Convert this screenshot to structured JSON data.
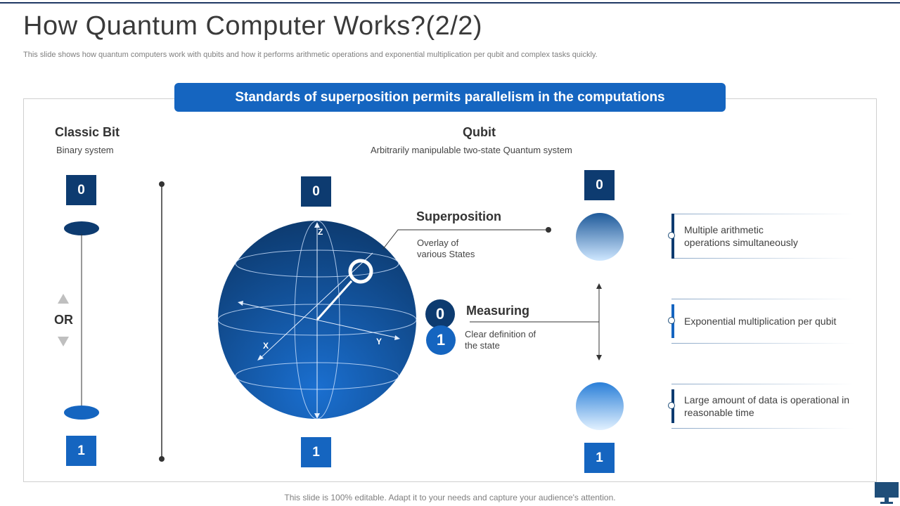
{
  "header": {
    "title": "How Quantum Computer Works?(2/2)",
    "subtitle": "This slide shows how quantum computers work with qubits and how it performs arithmetic operations and exponential multiplication per qubit and complex tasks quickly."
  },
  "banner": {
    "text": "Standards of superposition permits parallelism in the computations"
  },
  "classic_bit": {
    "title": "Classic Bit",
    "subtitle": "Binary system",
    "top_value": "0",
    "bottom_value": "1",
    "or_label": "OR"
  },
  "qubit": {
    "title": "Qubit",
    "subtitle": "Arbitrarily manipulable two-state Quantum system",
    "sphere_top_value": "0",
    "sphere_bottom_value": "1",
    "axis_z": "Z",
    "axis_x": "X",
    "axis_y": "Y",
    "right_top_value": "0",
    "right_bottom_value": "1"
  },
  "superposition": {
    "title": "Superposition",
    "desc_line1": "Overlay of",
    "desc_line2": "various States"
  },
  "measuring": {
    "title": "Measuring",
    "value_0": "0",
    "value_1": "1",
    "desc_line1": "Clear definition of",
    "desc_line2": "the state"
  },
  "info_cards": [
    {
      "line1": "Multiple  arithmetic",
      "line2": "operations simultaneously"
    },
    {
      "line1": "Exponential multiplication per qubit",
      "line2": ""
    },
    {
      "line1": "Large amount of data is operational in",
      "line2": "reasonable time"
    }
  ],
  "footer": {
    "text": "This slide is 100% editable. Adapt it to your needs and capture your audience's attention."
  },
  "colors": {
    "dark_blue": "#0d3b70",
    "accent_blue": "#1565c0",
    "light_blue": "#c6e2fb"
  },
  "icons": [
    "triangle-up-icon",
    "triangle-down-icon",
    "monitor-icon"
  ]
}
